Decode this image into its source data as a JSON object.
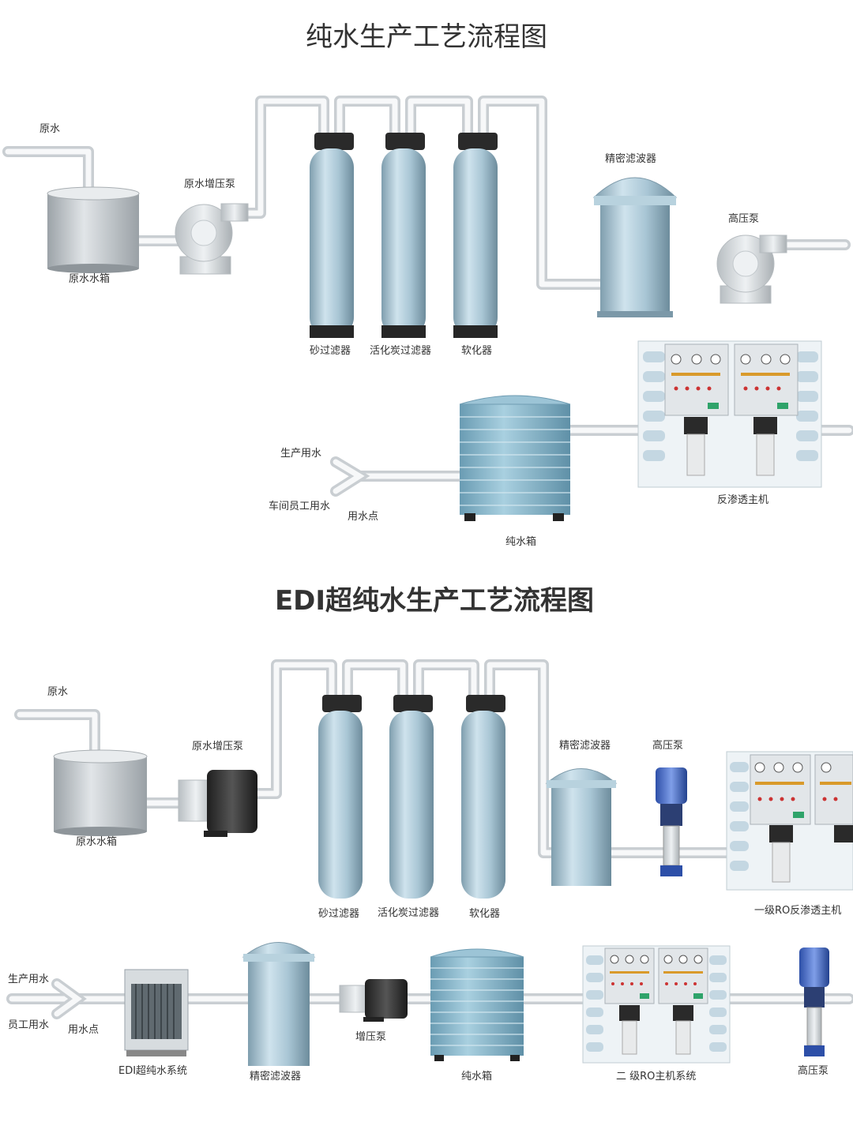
{
  "diagram1": {
    "title": "纯水生产工艺流程图",
    "labels": {
      "raw_water": "原水",
      "raw_water_tank": "原水水箱",
      "raw_booster_pump": "原水增压泵",
      "sand_filter": "砂过滤器",
      "carbon_filter": "活化炭过滤器",
      "softener": "软化器",
      "precision_filter": "精密滤波器",
      "high_pressure_pump": "高压泵",
      "ro_host": "反渗透主机",
      "pure_water_tank": "纯水箱",
      "production_water": "生产用水",
      "workshop_staff_water": "车间员工用水",
      "use_point": "用水点"
    }
  },
  "diagram2": {
    "title": "EDI超纯水生产工艺流程图",
    "labels": {
      "raw_water": "原水",
      "raw_water_tank": "原水水箱",
      "raw_booster_pump": "原水增压泵",
      "sand_filter": "砂过滤器",
      "carbon_filter": "活化炭过滤器",
      "softener": "软化器",
      "precision_filter": "精密滤波器",
      "high_pressure_pump": "高压泵",
      "ro1_host": "一级RO反渗透主机",
      "production_water": "生产用水",
      "staff_water": "员工用水",
      "use_point": "用水点",
      "edi_system": "EDI超纯水系统",
      "precision_filter_2": "精密滤波器",
      "booster_pump": "增压泵",
      "pure_water_tank": "纯水箱",
      "ro2_host": "二 级RO主机系统",
      "high_pressure_pump_2": "高压泵"
    }
  }
}
